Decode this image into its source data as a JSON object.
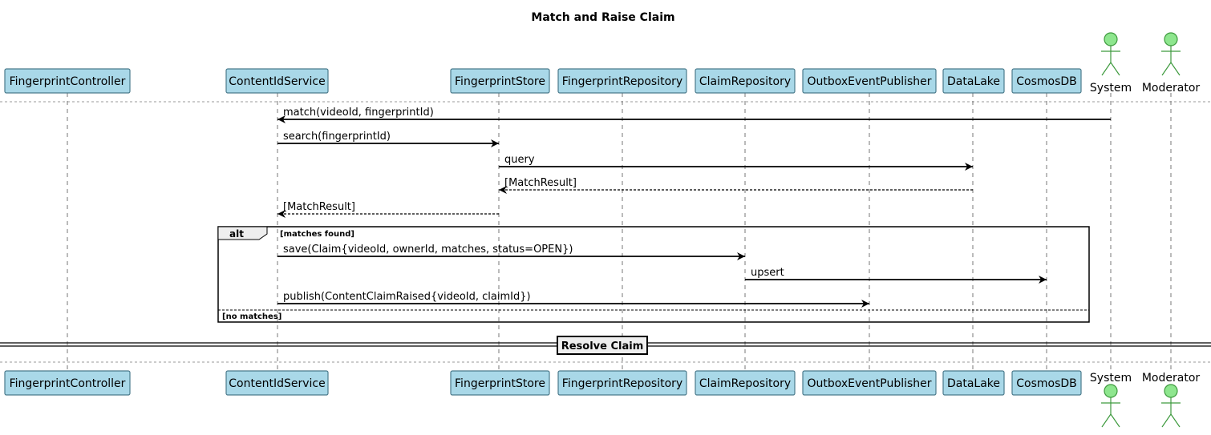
{
  "title": "Match and Raise Claim",
  "colors": {
    "participant_fill": "#A9D8E8",
    "participant_border": "#4A7A8C",
    "actor_fill": "#8EE68E",
    "actor_stroke": "#3E9A3E",
    "line": "#000000",
    "lifeline": "#777777"
  },
  "participants": [
    {
      "id": "fc",
      "label": "FingerprintController",
      "kind": "box"
    },
    {
      "id": "cis",
      "label": "ContentIdService",
      "kind": "box"
    },
    {
      "id": "fs",
      "label": "FingerprintStore",
      "kind": "box"
    },
    {
      "id": "fr",
      "label": "FingerprintRepository",
      "kind": "box"
    },
    {
      "id": "cr",
      "label": "ClaimRepository",
      "kind": "box"
    },
    {
      "id": "oep",
      "label": "OutboxEventPublisher",
      "kind": "box"
    },
    {
      "id": "dl",
      "label": "DataLake",
      "kind": "box"
    },
    {
      "id": "cdb",
      "label": "CosmosDB",
      "kind": "box"
    },
    {
      "id": "sys",
      "label": "System",
      "kind": "actor"
    },
    {
      "id": "mod",
      "label": "Moderator",
      "kind": "actor"
    }
  ],
  "messages": [
    {
      "from": "sys",
      "to": "cis",
      "label": "match(videoId, fingerprintId)",
      "style": "solid"
    },
    {
      "from": "cis",
      "to": "fs",
      "label": "search(fingerprintId)",
      "style": "solid"
    },
    {
      "from": "fs",
      "to": "dl",
      "label": "query",
      "style": "solid"
    },
    {
      "from": "dl",
      "to": "fs",
      "label": "[MatchResult]",
      "style": "dashed"
    },
    {
      "from": "fs",
      "to": "cis",
      "label": "[MatchResult]",
      "style": "dashed"
    },
    {
      "from": "cis",
      "to": "cr",
      "label": "save(Claim{videoId, ownerId, matches, status=OPEN})",
      "style": "solid"
    },
    {
      "from": "cr",
      "to": "cdb",
      "label": "upsert",
      "style": "solid"
    },
    {
      "from": "cis",
      "to": "oep",
      "label": "publish(ContentClaimRaised{videoId, claimId})",
      "style": "solid"
    }
  ],
  "fragment": {
    "operator": "alt",
    "guard": "[matches found]",
    "else_guard": "[no matches]"
  },
  "divider": "Resolve Claim"
}
